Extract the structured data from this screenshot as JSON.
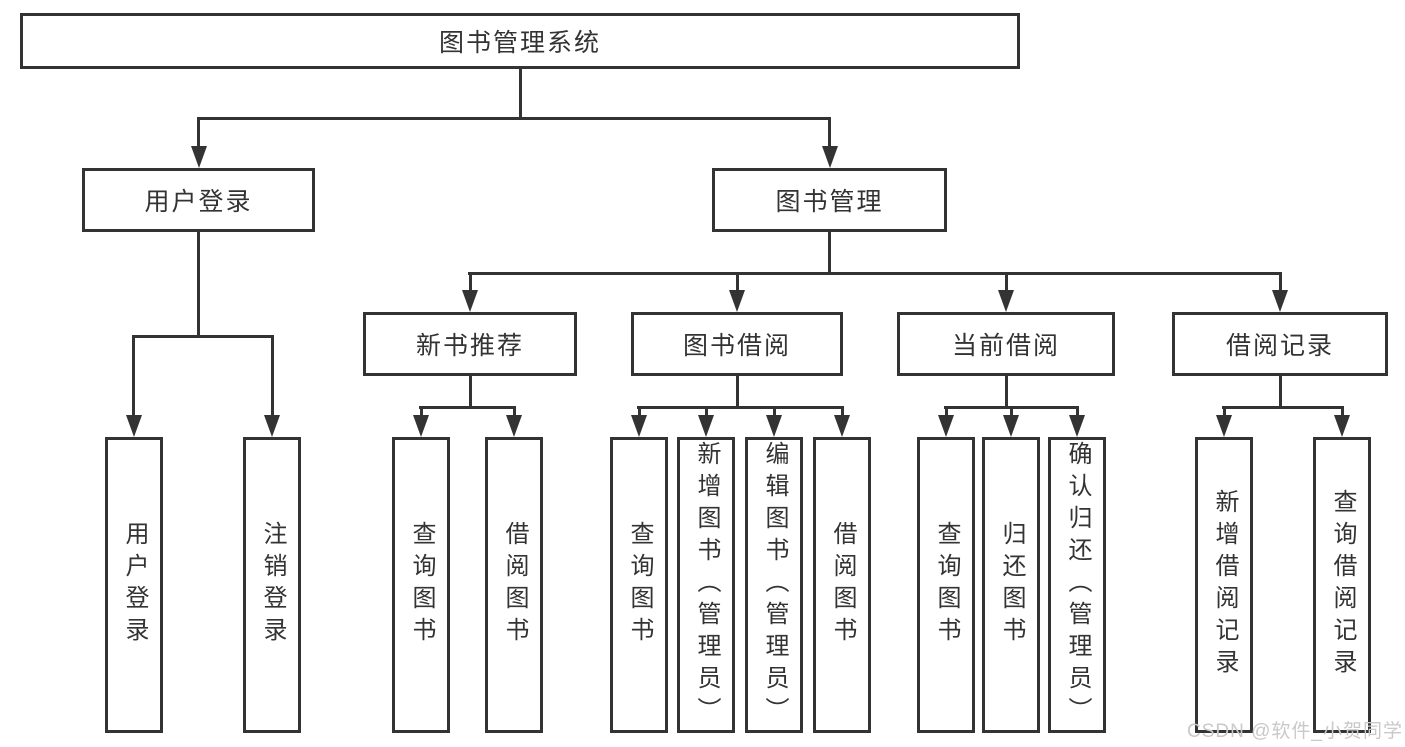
{
  "diagram": {
    "title": "图书管理系统",
    "root": {
      "label": "图书管理系统",
      "children": [
        {
          "label": "用户登录",
          "children": [
            {
              "label": "用户登录"
            },
            {
              "label": "注销登录"
            }
          ]
        },
        {
          "label": "图书管理",
          "children": [
            {
              "label": "新书推荐",
              "children": [
                {
                  "label": "查询图书"
                },
                {
                  "label": "借阅图书"
                }
              ]
            },
            {
              "label": "图书借阅",
              "children": [
                {
                  "label": "查询图书"
                },
                {
                  "label": "新增图书（管理员）"
                },
                {
                  "label": "编辑图书（管理员）"
                },
                {
                  "label": "借阅图书"
                }
              ]
            },
            {
              "label": "当前借阅",
              "children": [
                {
                  "label": "查询图书"
                },
                {
                  "label": "归还图书"
                },
                {
                  "label": "确认归还（管理员）"
                }
              ]
            },
            {
              "label": "借阅记录",
              "children": [
                {
                  "label": "新增借阅记录"
                },
                {
                  "label": "查询借阅记录"
                }
              ]
            }
          ]
        }
      ]
    },
    "watermark": "CSDN @软件_小贺同学",
    "colors": {
      "line": "#333333",
      "box_border": "#333333",
      "text": "#333333",
      "background": "#ffffff",
      "watermark": "#c9c9c9"
    }
  }
}
